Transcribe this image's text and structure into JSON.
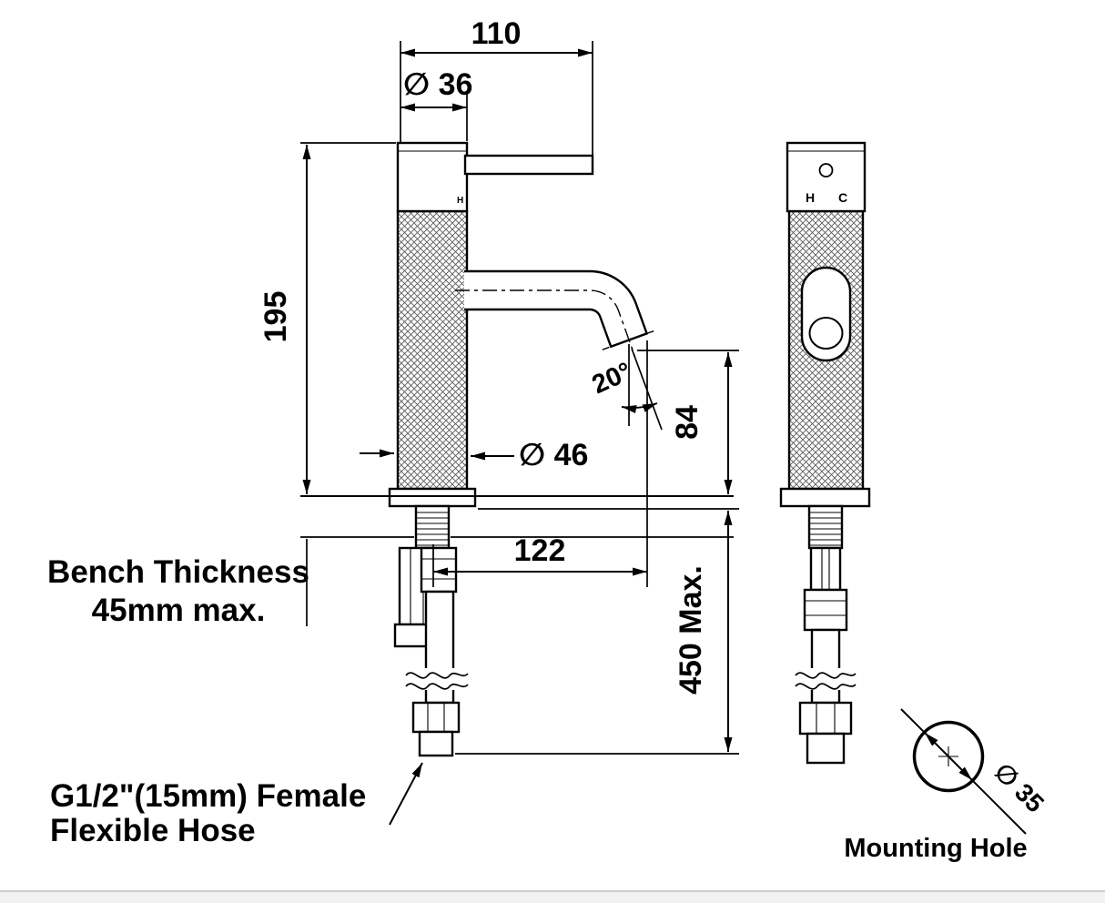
{
  "drawing": {
    "dims": {
      "top_width": "110",
      "top_diameter": "∅ 36",
      "body_height": "195",
      "spout_angle": "20°",
      "outlet_height": "84",
      "body_diameter": "∅ 46",
      "spout_reach": "122",
      "under_bench_max": "450 Max.",
      "mounting_diameter": "∅ 35"
    },
    "labels": {
      "bench_line1": "Bench Thickness",
      "bench_line2": "45mm max.",
      "hose_line1": "G1/2\"(15mm) Female",
      "hose_line2": "Flexible Hose",
      "mounting_hole": "Mounting Hole",
      "hot": "H",
      "cold": "C"
    },
    "colors": {
      "line": "#000000",
      "background": "#ffffff"
    }
  }
}
